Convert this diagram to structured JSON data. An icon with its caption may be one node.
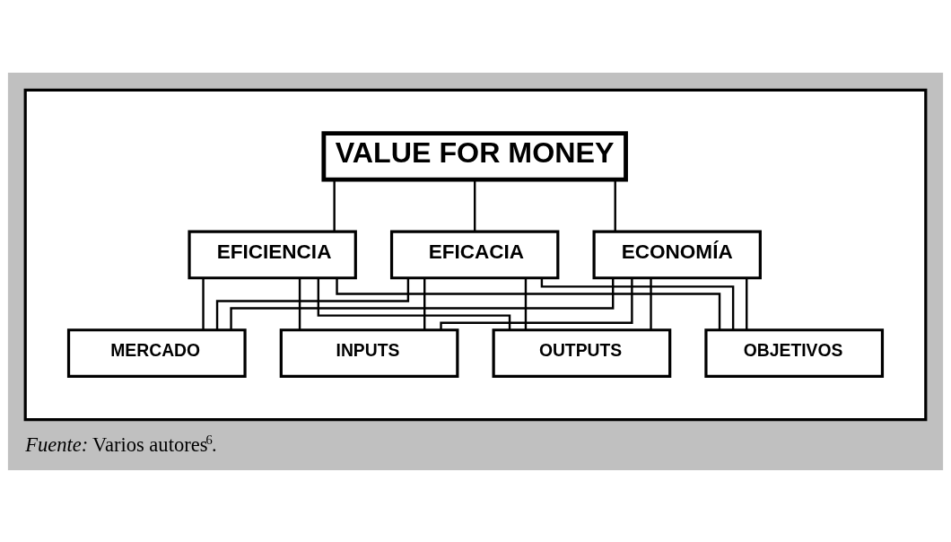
{
  "diagram": {
    "caption": "*Fuente:* Varios autores$^{6}$.",
    "nodes": [
      {
        "text": [],
        "shape": "box"
      },
      {
        "text": [
          "VALUE FOR MONEY"
        ],
        "in": 0
      },
      {
        "text": [
          "ECONOMÍA"
        ],
        "in": 0
      },
      {
        "text": [
          "EFICIENCIA"
        ],
        "in": 0
      },
      {
        "text": [
          "EFICACIA"
        ],
        "in": 0
      },
      {
        "text": [
          "MERCADO"
        ],
        "in": 0
      },
      {
        "text": [
          "INPUTS"
        ],
        "in": 0
      },
      {
        "text": [
          "OUTPUTS"
        ],
        "in": 0
      },
      {
        "text": [
          "OBJETIVOS"
        ],
        "in": 0
      }
    ],
    "edges": [
      {
        "from": 1,
        "to": 2,
        "arrow": "none"
      },
      {
        "from": 1,
        "to": 3,
        "arrow": "none"
      },
      {
        "from": 1,
        "to": 4,
        "arrow": "none"
      },
      {
        "from": 2,
        "to": 5,
        "arrow": "none"
      },
      {
        "from": 2,
        "to": 6,
        "arrow": "none"
      },
      {
        "from": 2,
        "to": 7,
        "arrow": "none"
      },
      {
        "from": 2,
        "to": 8,
        "arrow": "none"
      },
      {
        "from": 3,
        "to": 5,
        "arrow": "none"
      },
      {
        "from": 3,
        "to": 6,
        "arrow": "none"
      },
      {
        "from": 3,
        "to": 7,
        "arrow": "none"
      },
      {
        "from": 3,
        "to": 8,
        "arrow": "none"
      },
      {
        "from": 4,
        "to": 5,
        "arrow": "none"
      },
      {
        "from": 4,
        "to": 6,
        "arrow": "none"
      },
      {
        "from": 4,
        "to": 7,
        "arrow": "none"
      },
      {
        "from": 4,
        "to": 8,
        "arrow": "none"
      }
    ]
  }
}
